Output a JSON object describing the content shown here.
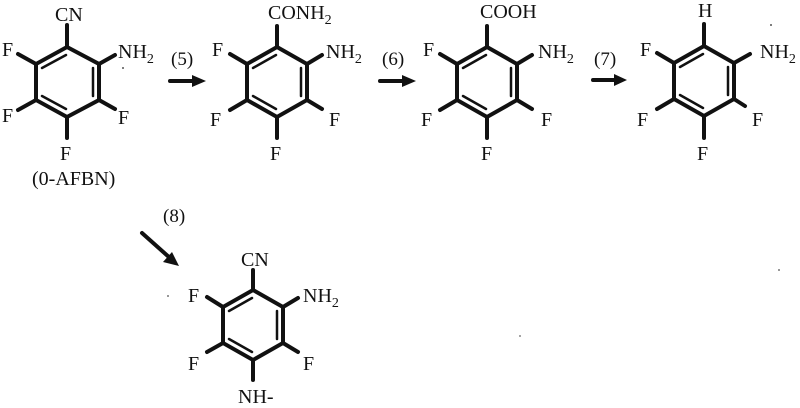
{
  "diagram": {
    "type": "reaction-scheme",
    "molecules": [
      {
        "id": "o-AFBN",
        "caption": "(0-AFBN)",
        "substituents": {
          "top": "CN",
          "upper_right": "NH",
          "upper_right_sub": "2",
          "upper_left": "F",
          "lower_left": "F",
          "lower_right": "F",
          "bottom": "F"
        }
      },
      {
        "id": "amide",
        "substituents": {
          "top": "CONH",
          "top_sub": "2",
          "upper_right": "NH",
          "upper_right_sub": "2",
          "upper_left": "F",
          "lower_left": "F",
          "lower_right": "F",
          "bottom": "F"
        }
      },
      {
        "id": "acid",
        "substituents": {
          "top": "COOH",
          "upper_right": "NH",
          "upper_right_sub": "2",
          "upper_left": "F",
          "lower_left": "F",
          "lower_right": "F",
          "bottom": "F"
        }
      },
      {
        "id": "aniline",
        "substituents": {
          "top": "H",
          "upper_right": "NH",
          "upper_right_sub": "2",
          "upper_left": "F",
          "lower_left": "F",
          "lower_right": "F",
          "bottom": "F"
        }
      },
      {
        "id": "substituted",
        "substituents": {
          "top": "CN",
          "upper_right": "NH",
          "upper_right_sub": "2",
          "upper_left": "F",
          "lower_left": "F",
          "lower_right": "F",
          "bottom": "NH-"
        }
      }
    ],
    "steps": [
      {
        "label": "(5)",
        "from": "o-AFBN",
        "to": "amide"
      },
      {
        "label": "(6)",
        "from": "amide",
        "to": "acid"
      },
      {
        "label": "(7)",
        "from": "acid",
        "to": "aniline"
      },
      {
        "label": "(8)",
        "from": "o-AFBN",
        "to": "substituted"
      }
    ]
  }
}
